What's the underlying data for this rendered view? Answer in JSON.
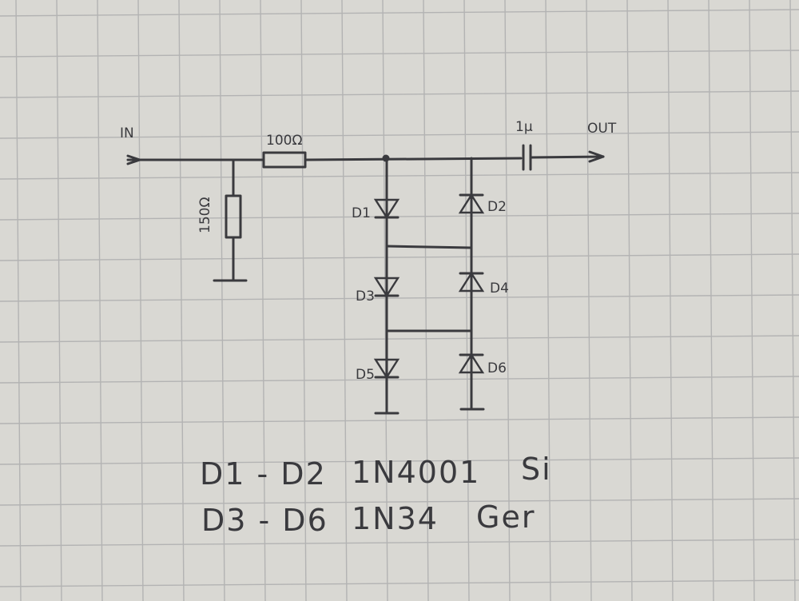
{
  "labels": {
    "in": "IN",
    "out": "OUT",
    "r_series": "100Ω",
    "r_shunt": "150Ω",
    "capacitor": "1μ",
    "d1": "D1",
    "d2": "D2",
    "d3": "D3",
    "d4": "D4",
    "d5": "D5",
    "d6": "D6"
  },
  "notes": [
    {
      "range": "D1 - D2",
      "part": "1N4001",
      "material": "Si"
    },
    {
      "range": "D3 - D6",
      "part": "1N34",
      "material": "Ger"
    }
  ],
  "colors": {
    "paper": "#d9d8d3",
    "grid": "#b3b3b3",
    "ink": "#3a3a3e"
  }
}
